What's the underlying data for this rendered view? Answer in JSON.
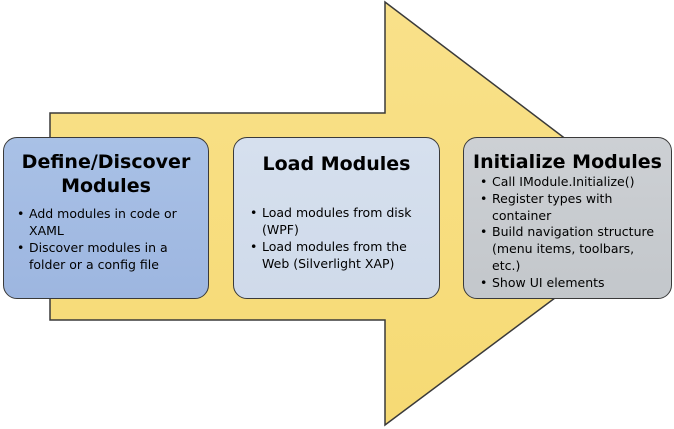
{
  "colors": {
    "arrow_fill": "#f8df7e",
    "arrow_stroke": "#3a3a3a",
    "define_box": "#a9c1e6",
    "load_box": "#d6e0ee",
    "init_box": "#cdd0d4"
  },
  "arrow": {
    "icon": "right-arrow-shape"
  },
  "stages": [
    {
      "title": "Define/Discover Modules",
      "bullets": [
        "Add modules in code or XAML",
        "Discover modules in a folder or a config file"
      ]
    },
    {
      "title": "Load Modules",
      "bullets": [
        "Load modules from disk (WPF)",
        "Load modules from the Web (Silverlight XAP)"
      ]
    },
    {
      "title": "Initialize Modules",
      "bullets": [
        "Call IModule.Initialize()",
        "Register types with container",
        "Build navigation structure (menu items, toolbars, etc.)",
        "Show UI elements"
      ]
    }
  ]
}
